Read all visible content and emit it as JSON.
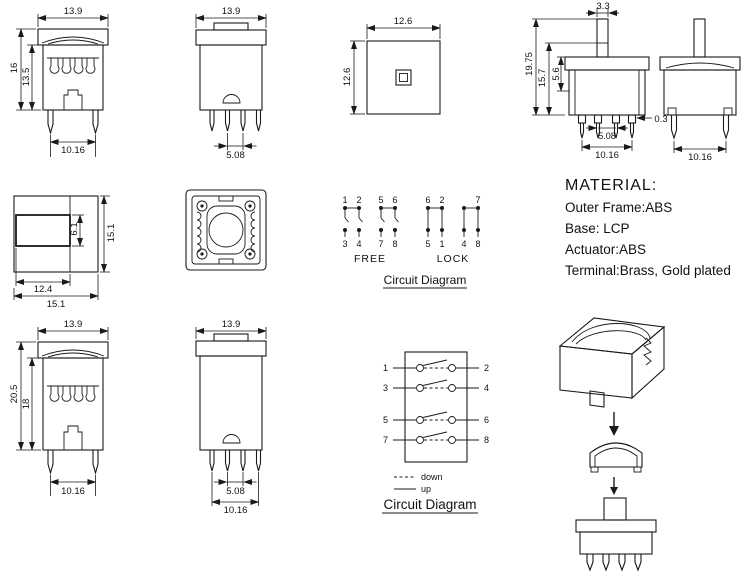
{
  "colors": {
    "ink": "#1a1a1a",
    "background": "#ffffff"
  },
  "dims": {
    "cap_width": "13.9",
    "total_height": "16",
    "body_height": "13.5",
    "pin_pitch_wide": "10.16",
    "pin_pitch_narrow": "5.08",
    "top_view_size": "12.6",
    "actuator_width": "3.3",
    "tall_total_height": "19.75",
    "tall_body_height": "15.7",
    "cap_depth": "5.6",
    "pin_thickness": "0.3",
    "window_height": "6.1",
    "frame_size": "15.1",
    "window_width": "12.4",
    "locking_total_height": "20.5",
    "locking_body_height": "18"
  },
  "circuit_free_lock": {
    "caption": "Circuit Diagram",
    "free": {
      "label": "FREE",
      "top_pins": [
        "1",
        "2",
        "5",
        "6"
      ],
      "bottom_pins": [
        "3",
        "4",
        "7",
        "8"
      ]
    },
    "lock": {
      "label": "LOCK",
      "top_pins": [
        "6",
        "2",
        "",
        "7"
      ],
      "bottom_pins": [
        "5",
        "1",
        "4",
        "8"
      ]
    }
  },
  "circuit_up_down": {
    "caption": "Circuit Diagram",
    "left_pins": [
      "1",
      "3",
      "5",
      "7"
    ],
    "right_pins": [
      "2",
      "4",
      "6",
      "8"
    ],
    "legend": {
      "down_label": "down",
      "up_label": "up"
    }
  },
  "material": {
    "title": "MATERIAL:",
    "rows": [
      "Outer Frame:ABS",
      "Base: LCP",
      "Actuator:ABS",
      "Terminal:Brass, Gold plated"
    ]
  }
}
